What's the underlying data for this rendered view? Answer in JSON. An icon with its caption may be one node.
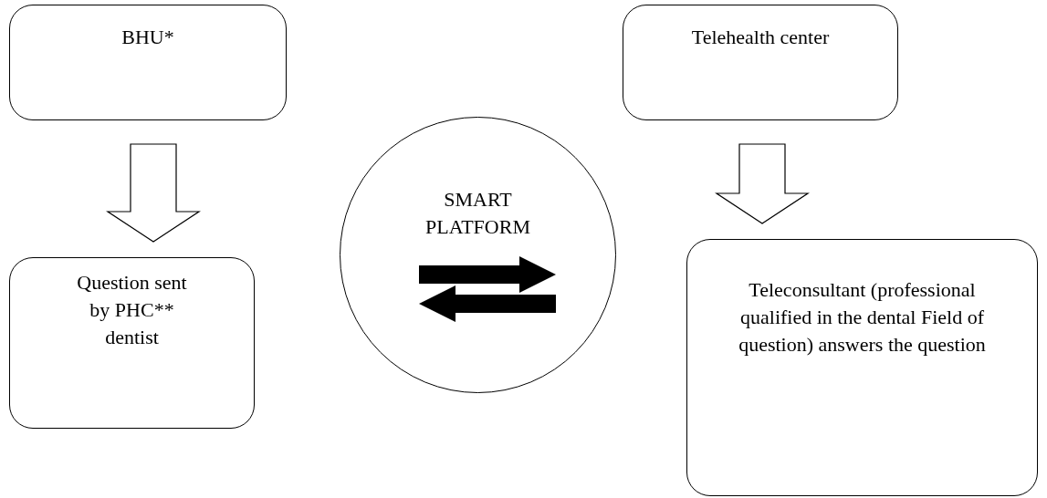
{
  "diagram": {
    "nodes": [
      {
        "text": [
          "BHU*"
        ]
      },
      {
        "text": [
          "Question sent by PHC** dentist"
        ]
      },
      {
        "text": [
          "SMART PLATFORM"
        ]
      },
      {
        "text": [
          "Telehealth center"
        ]
      },
      {
        "text": [
          "Teleconsultant (professional qualified in the dental Field of question) answers the question"
        ]
      }
    ],
    "edges": [
      {
        "from": 0,
        "to": 1,
        "arrow": "to"
      },
      {
        "from": 3,
        "to": 4,
        "arrow": "to"
      }
    ]
  }
}
